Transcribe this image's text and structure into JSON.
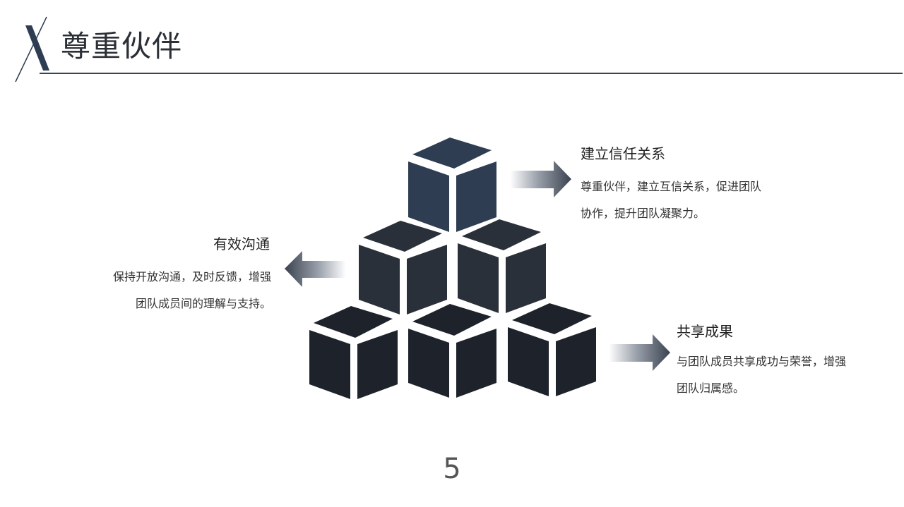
{
  "header": {
    "title": "尊重伙伴"
  },
  "blocks": [
    {
      "title": "建立信任关系",
      "body": "尊重伙伴，建立互信关系，促进团队协作，提升团队凝聚力。"
    },
    {
      "title": "有效沟通",
      "body": "保持开放沟通，及时反馈，增强团队成员间的理解与支持。"
    },
    {
      "title": "共享成果",
      "body": "与团队成员共享成功与荣誉，增强团队归属感。"
    }
  ],
  "footer": {
    "page_number": "5"
  },
  "colors": {
    "accent": "#2e3d52",
    "cube_dark": "#1e232b",
    "rule": "#3a4452"
  }
}
